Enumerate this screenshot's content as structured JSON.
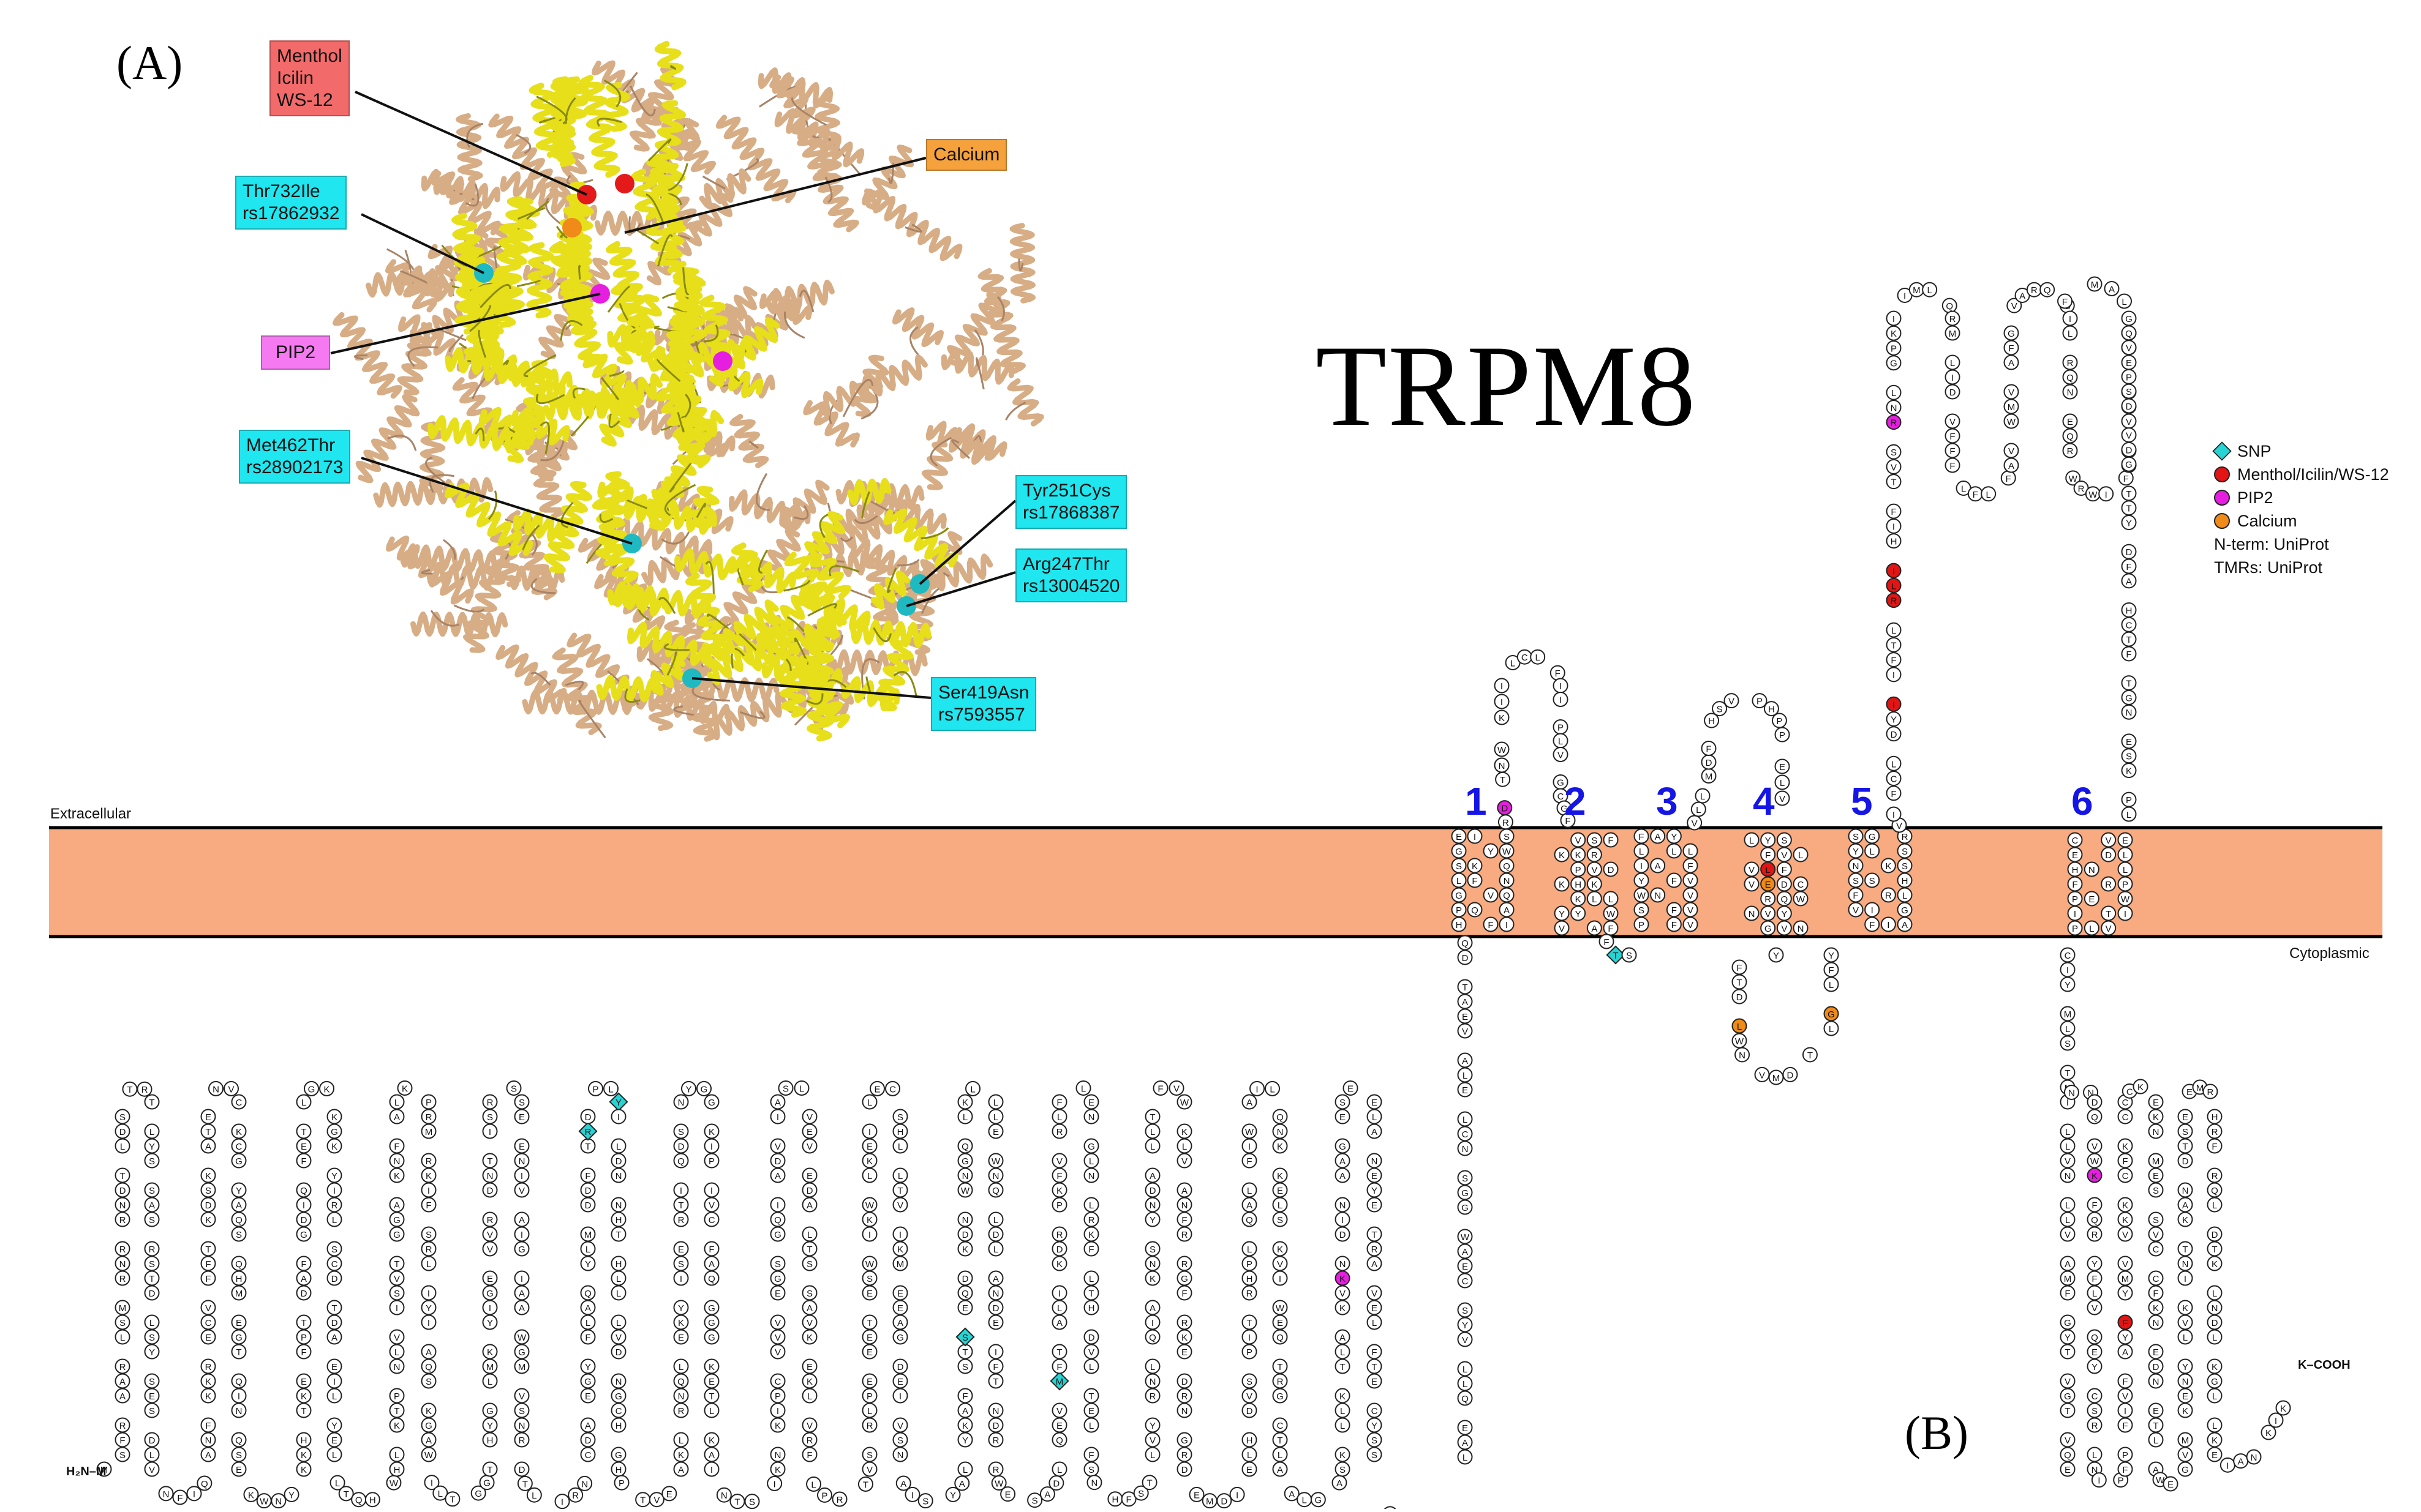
{
  "panel_a": {
    "label": "(A)",
    "callouts": [
      {
        "id": "menthol",
        "text": "Menthol\nIcilin\nWS-12",
        "color": "#f26a6a"
      },
      {
        "id": "calcium",
        "text": "Calcium",
        "color": "#f6a23c"
      },
      {
        "id": "thr732",
        "text": "Thr732Ile\nrs17862932",
        "color": "#1fe6ef"
      },
      {
        "id": "pip2",
        "text": "PIP2",
        "color": "#f57af2"
      },
      {
        "id": "met462",
        "text": "Met462Thr\nrs28902173",
        "color": "#1fe6ef"
      },
      {
        "id": "tyr251",
        "text": "Tyr251Cys\nrs17868387",
        "color": "#1fe6ef"
      },
      {
        "id": "arg247",
        "text": "Arg247Thr\nrs13004520",
        "color": "#1fe6ef"
      },
      {
        "id": "ser419",
        "text": "Ser419Asn\nrs7593557",
        "color": "#1fe6ef"
      }
    ],
    "structure_colors": {
      "highlight_chain": "#e6df1a",
      "other_chains": "#d7ad86"
    }
  },
  "panel_b": {
    "label": "(B)",
    "title": "TRPM8",
    "extracellular_label": "Extracellular",
    "cytoplasmic_label": "Cytoplasmic",
    "membrane_color": "#f8aa80",
    "tm_numbers": [
      "1",
      "2",
      "3",
      "4",
      "5",
      "6"
    ],
    "n_term_label": "H₂N–M",
    "c_term_label": "K–COOH",
    "legend": [
      {
        "marker": "diamond",
        "color": "#28d3d3",
        "label": "SNP"
      },
      {
        "marker": "circle",
        "color": "#e31414",
        "label": "Menthol/Icilin/WS-12"
      },
      {
        "marker": "circle",
        "color": "#e61ee0",
        "label": "PIP2"
      },
      {
        "marker": "circle",
        "color": "#f08a18",
        "label": "Calcium"
      },
      {
        "marker": "none",
        "color": "",
        "label": "N-term: UniProt"
      },
      {
        "marker": "none",
        "color": "",
        "label": "TMRs: UniProt"
      }
    ],
    "highlight_colors": {
      "snp": "#28d3d3",
      "ligand": "#e31414",
      "pip2": "#e61ee0",
      "calcium": "#f08a18"
    },
    "sequence": "MSFRAARLSMRNRRNDTLDSTRTLYSSASRSTDLSYSESDLVNFIQANFKKRECVFFTKDSKATENVCKCGYAQSQHMEGTQINQSEKWNYKKHTKEFPTDAFGDIQFETLGKKGKYIRLSCDTDAEILYELLTQHWHLKTPNLVISVTGGAKNFALKPRMRKIFSRLIYIAQSKGAWILTGGTHYGLMKYIGEVVRDNTISRSSEENIVAIGIAAWGMVSNRDTLIRNCDAEGYFLAQYLMDDFTRDPLYILDNNHTHLLLVDNGCHGHPTVEAKLRNQLEKYISERTIQDSNYGGKIPIVCFAQGGGKETLKAINTSIKNKIPCVVVEGSGQIADVIASLVEVEDALTSSAVKEKLVRFLPRTVSRLPEEETESWIKWLKEILECSHLLTVIKMEEAGDEIVSNAISYALYKAFSTSEQDKDNWNGQLKLLLEWNQLDLANDEIFTNDRRWESADLQEVMFTALIKDRPKFVRLFLENGLNLRKFLTHDVLTELFSNHFSTLVYRNLQIAKNSYNDALLTFVWKLVANFRRGFRKEDRNGRDEMDIELHDVSPITRHPLQALFIWAILQNKKELSKVIWEQTRGCTLAALGASKLLKTLAKVKNDINAAGESEELANEYETRAVELFTECYSSDEDLAEQLLVYSCEAWGGSNCLELAVEATDQHFIAQPGVQNFLSKQWYGEISRDTKNWKIILCLFIIPLVGCGFVSFRKKPVDKHKKLLWYYVAFFTSPFVVFSWNVVFYIAFLLLFAYVLLMDFHSVPHPPELVLYSLVFVLFCDEVRQWYVNGVNYFTDLWNVMDTLGLFYFIAGIVFRLHSSNKSSLYSGRVIFCLDYIIFTLRLIHIFTVSRNLGPKIIMLQRMLIDVFFFLFLFAVWMVAFGVARQGILRQNEQRWRWIFRSVIYEPYLAMFGQVPSDVDGTTYDFAHCTFTGNESKPLCVELDEHNLPRFPEWITIPLVCIYMLSTNILLVNLLVAMFGYTVGTVQENNDQVWKFQRYFLVQEYCSRLNIPFPFIVFAYFYMVVKKCFKCCCKEKNMESSVCCFKNEDNETLAWEGVMKENYLVKINTKANDTSEEMRHRFRQLDTKLNDLKGLLKEIANKIK"
  }
}
